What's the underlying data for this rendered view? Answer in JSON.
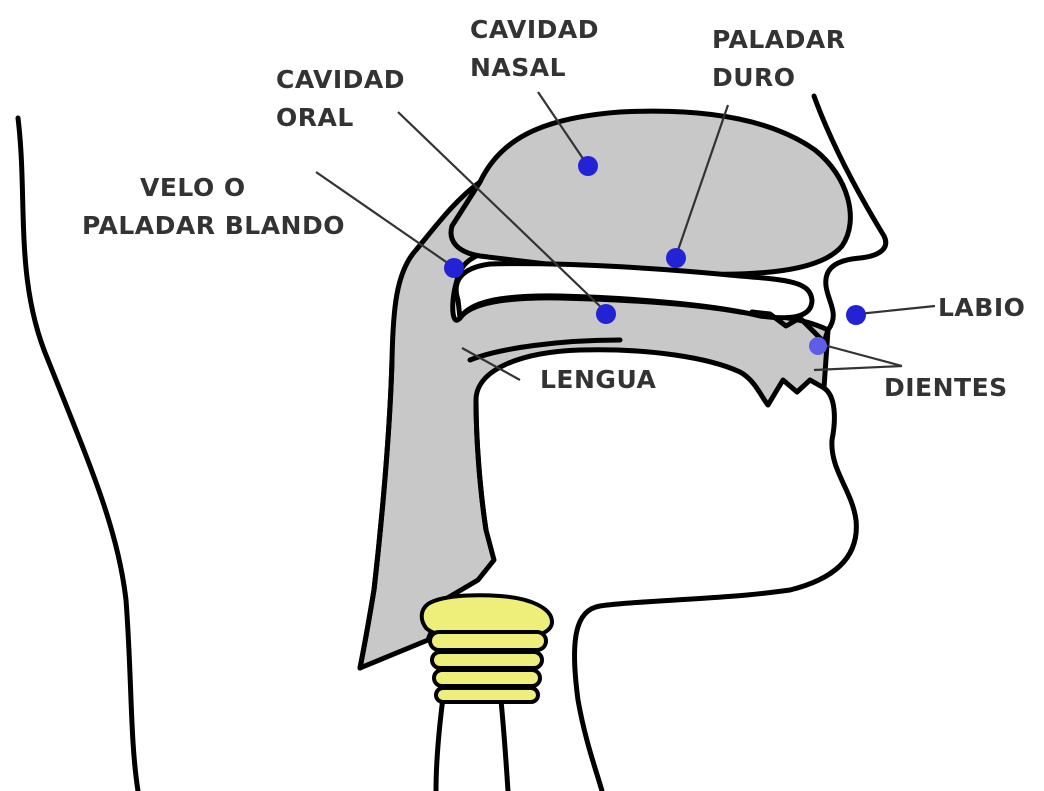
{
  "labels": {
    "cavidad_nasal": [
      "CAVIDAD",
      "NASAL"
    ],
    "paladar_duro": [
      "PALADAR",
      "DURO"
    ],
    "cavidad_oral": [
      "CAVIDAD",
      "ORAL"
    ],
    "velo": [
      "VELO O",
      "PALADAR BLANDO"
    ],
    "labio": "LABIO",
    "dientes": "DIENTES",
    "lengua": "LENGUA"
  },
  "colors": {
    "cavity_fill": "#c8c8c8",
    "point_fill": "#2323d6",
    "larynx_fill": "#eeee7a",
    "outline": "#000000",
    "label_text": "#333333"
  }
}
